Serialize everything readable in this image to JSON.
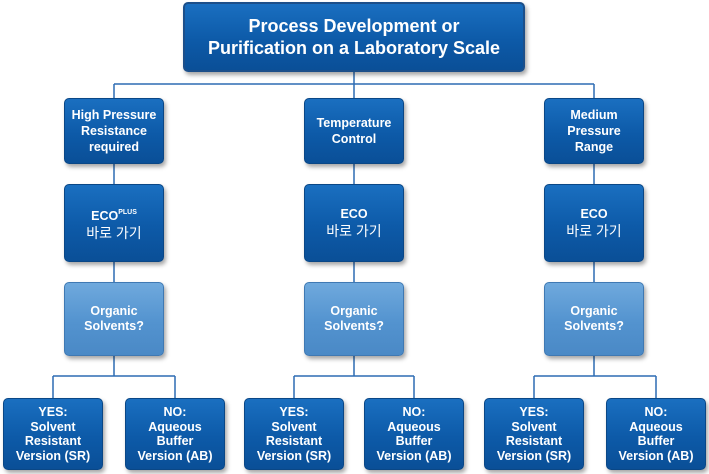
{
  "root": {
    "line1": "Process Development or",
    "line2": "Purification on a Laboratory Scale"
  },
  "branches": [
    {
      "criterion": [
        "High Pressure",
        "Resistance",
        "required"
      ],
      "product": {
        "name": "ECO",
        "superscript": "PLUS",
        "link": "바로 가기"
      },
      "question": [
        "Organic",
        "Solvents?"
      ],
      "yes": [
        "YES:",
        "Solvent",
        "Resistant",
        "Version (SR)"
      ],
      "no": [
        "NO:",
        "Aqueous",
        "Buffer",
        "Version (AB)"
      ]
    },
    {
      "criterion": [
        "Temperature",
        "Control"
      ],
      "product": {
        "name": "ECO",
        "superscript": "",
        "link": "바로 가기"
      },
      "question": [
        "Organic",
        "Solvents?"
      ],
      "yes": [
        "YES:",
        "Solvent",
        "Resistant",
        "Version (SR)"
      ],
      "no": [
        "NO:",
        "Aqueous",
        "Buffer",
        "Version (AB)"
      ]
    },
    {
      "criterion": [
        "Medium",
        "Pressure",
        "Range"
      ],
      "product": {
        "name": "ECO",
        "superscript": "",
        "link": "바로 가기"
      },
      "question": [
        "Organic",
        "Solvents?"
      ],
      "yes": [
        "YES:",
        "Solvent",
        "Resistant",
        "Version (SR)"
      ],
      "no": [
        "NO:",
        "Aqueous",
        "Buffer",
        "Version (AB)"
      ]
    }
  ],
  "colors": {
    "dark_box": "#0d5aa8",
    "light_box": "#5393cf",
    "connector": "#2d6cb3"
  }
}
